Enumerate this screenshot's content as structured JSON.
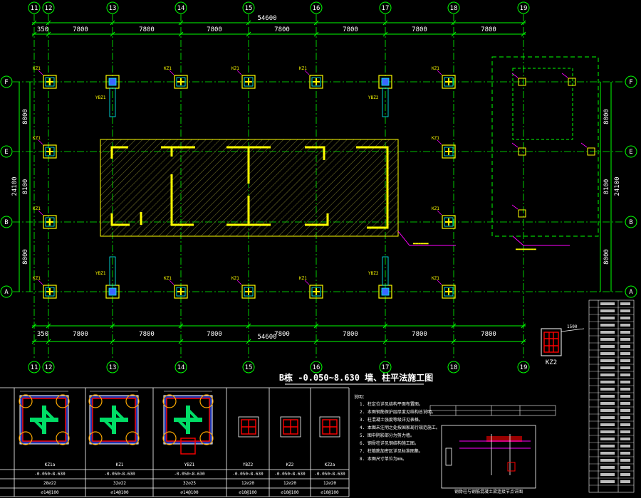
{
  "drawing": {
    "title": "B栋 -0.050~8.630 墙、柱平法施工图",
    "total_dim": "54600",
    "top_dims": [
      "350",
      "7800",
      "7800",
      "7800",
      "7800",
      "7800",
      "7800",
      "7800"
    ],
    "bottom_dims": [
      "350",
      "7800",
      "7800",
      "7800",
      "7800",
      "7800",
      "7800",
      "7800"
    ],
    "overall_vertical": "24100",
    "vertical_dims": [
      "8000",
      "8100",
      "8000"
    ],
    "col_axes": [
      "11",
      "12",
      "13",
      "14",
      "15",
      "16",
      "17",
      "18",
      "19"
    ],
    "row_axes": [
      "F",
      "E",
      "B",
      "A"
    ]
  },
  "columns": {
    "labels": [
      "KZ1",
      "KZ1",
      "KZ1",
      "KZ1",
      "KZ1",
      "KZ1",
      "KZ1",
      "KZ1",
      "KZ1",
      "KZ1",
      "KZ1",
      "KZ1"
    ],
    "side_labels": [
      "YBZ1",
      "YBZ2",
      "YBZ1",
      "YBZ2"
    ]
  },
  "detail": {
    "label": "KZ2",
    "note": "1500"
  },
  "table": {
    "headers": [
      "KZ1a",
      "KZ1",
      "YBZ1",
      "YBZ2",
      "KZ2",
      "KZ2a"
    ],
    "elev_row": [
      "-0.050~8.630",
      "-0.050~8.630",
      "-0.050~8.630",
      "-0.050~8.630",
      "-0.050~8.630",
      "-0.050~8.630"
    ],
    "rebar_row": [
      "28⌀22",
      "32⌀22",
      "32⌀25",
      "12⌀20",
      "12⌀20",
      "12⌀20"
    ],
    "stirrup_row": [
      "⌀14@100",
      "⌀14@100",
      "⌀14@100",
      "⌀10@100",
      "⌀10@100",
      "⌀10@100"
    ],
    "notes_title": "说明：",
    "notes": [
      "1. 柱定位详见结构平面布置图。",
      "2. 本图钢筋保护层厚度见结构总说明。",
      "3. 柱混凝土强度等级详见表格。",
      "4. 本图未注明之处按国家现行规范施工。",
      "5. 图中阴影部分为剪力墙。",
      "6. 钢骨柱详见钢结构施工图。",
      "7. 柱箍筋加密区详见标准图集。",
      "8. 本图尺寸单位为mm。"
    ],
    "detail_caption": "钢骨柱与钢筋混凝土梁连接节点详图"
  },
  "colors": {
    "grid": "#00ff00",
    "axis_circle": "#00ff00",
    "wall": "#ffff00",
    "column": "#ffff00",
    "leader": "#ff00ff",
    "text": "#ffffff",
    "rebar": "#ff0000"
  }
}
